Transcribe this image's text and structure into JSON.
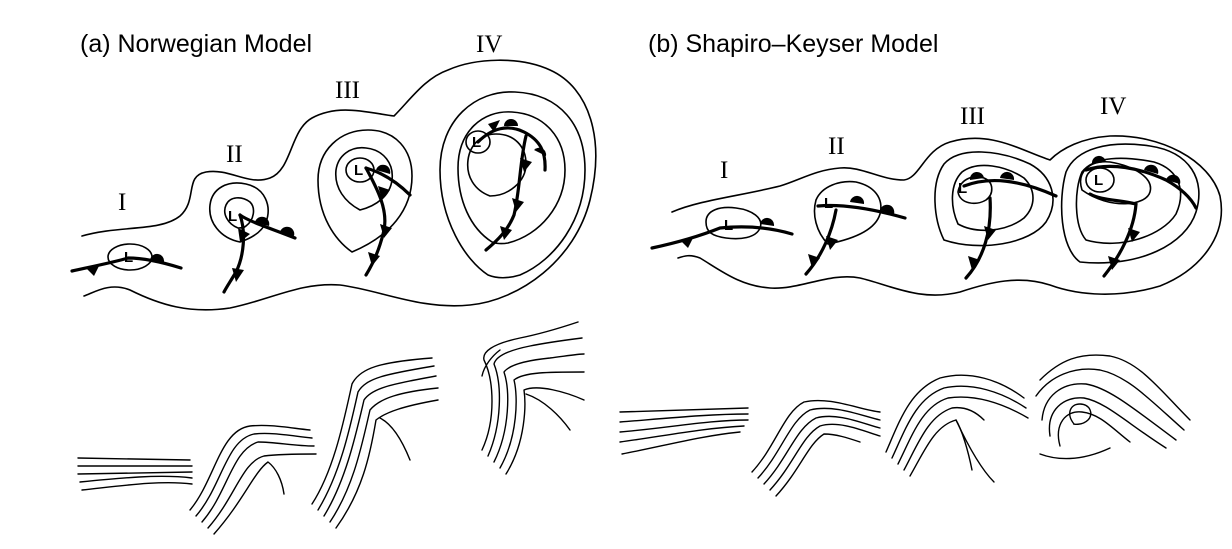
{
  "panels": [
    {
      "label": "(a)  Norwegian Model",
      "stages": [
        "I",
        "II",
        "III",
        "IV"
      ],
      "low_marker": "L"
    },
    {
      "label": "(b)  Shapiro–Keyser Model",
      "stages": [
        "I",
        "II",
        "III",
        "IV"
      ],
      "low_marker": "L"
    }
  ]
}
